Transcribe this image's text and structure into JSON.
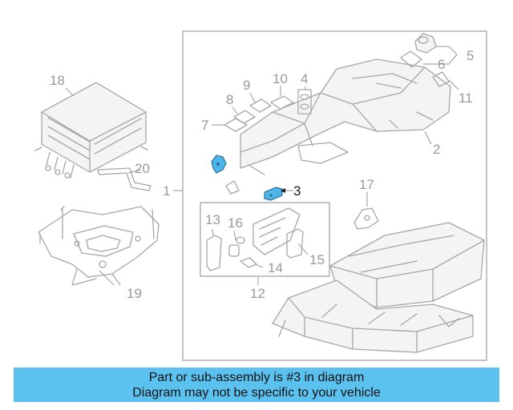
{
  "banner": {
    "line1": "Part or sub-assembly is #3 in diagram",
    "line2": "Diagram may not be specific to your vehicle"
  },
  "highlighted_part": "3",
  "colors": {
    "highlight": "#4db6e8",
    "banner": "#5bc1ef",
    "line": "#a6a6a6"
  },
  "callouts": {
    "c1": "1",
    "c2": "2",
    "c3": "3",
    "c4": "4",
    "c5": "5",
    "c6": "6",
    "c7": "7",
    "c8": "8",
    "c9": "9",
    "c10": "10",
    "c11": "11",
    "c12": "12",
    "c13": "13",
    "c14": "14",
    "c15": "15",
    "c16": "16",
    "c17": "17",
    "c18": "18",
    "c19": "19",
    "c20": "20"
  }
}
